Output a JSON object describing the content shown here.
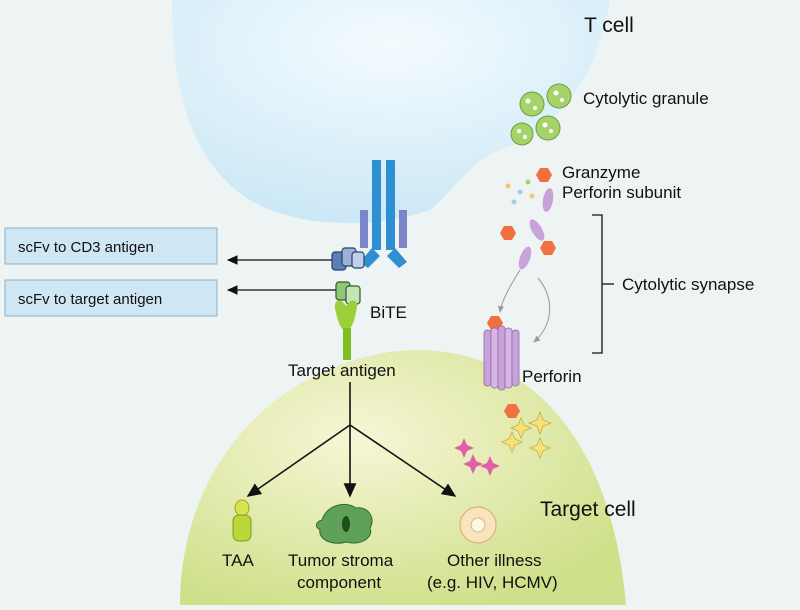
{
  "cells": {
    "t_cell": "T cell",
    "target_cell": "Target cell"
  },
  "labels": {
    "cytolytic_granule": "Cytolytic granule",
    "granzyme": "Granzyme",
    "perforin_subunit": "Perforin subunit",
    "cytolytic_synapse": "Cytolytic synapse",
    "perforin": "Perforin",
    "bite": "BiTE",
    "target_antigen": "Target antigen"
  },
  "boxes": {
    "scfv_cd3": "scFv to CD3 antigen",
    "scfv_target": "scFv to target antigen"
  },
  "outcomes": {
    "taa": "TAA",
    "tumor_stroma_line1": "Tumor stroma",
    "tumor_stroma_line2": "component",
    "other_illness_line1": "Other illness",
    "other_illness_line2": "(e.g. HIV, HCMV)"
  },
  "colors": {
    "background": "#eef3f3",
    "t_cell": "#d2ecf8",
    "target_cell": "#dde8a4",
    "cd3_receptor": "#2f8fd3",
    "granule": "#a6d26a",
    "granzyme": "#f07040",
    "perforin": "#c8a2d8",
    "bite_green": "#9bd03a",
    "label_box": "#cfe6f4"
  }
}
